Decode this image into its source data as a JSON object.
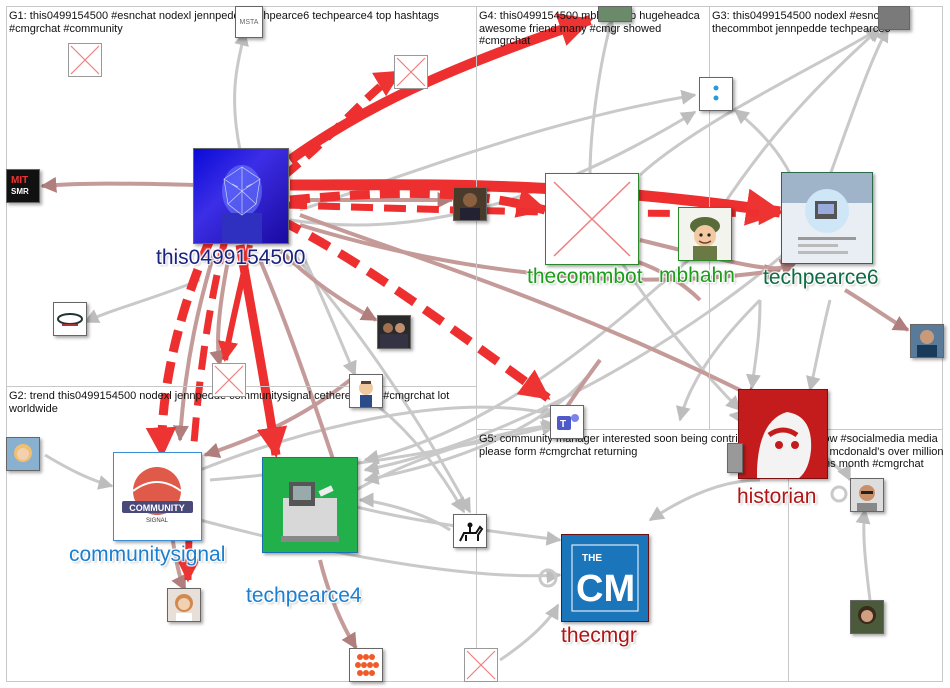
{
  "groups": [
    {
      "id": "G1",
      "label": "G1: this0499154500 #esnchat nodexl jennpedde techpearce6 techpearce4 top hashtags #cmgrchat #community"
    },
    {
      "id": "G2",
      "label": "G2: trend this0499154500 nodexl jennpedde communitysignal cethere times #cmgrchat lot worldwide"
    },
    {
      "id": "G3",
      "label": "G3: this0499154500 nodexl #esnchat thecommbot jennpedde techpearce6"
    },
    {
      "id": "G4",
      "label": "G4: this0499154500 mbhahn rip hugeheadca awesome friend many #cmgr showed #cmgrchat"
    },
    {
      "id": "G5",
      "label": "G5: community manager interested soon being contributor please form #cmgrchat returning"
    },
    {
      "id": "G6",
      "label": "G6: know #socialmedia media profiles mcdonald's over million mentions month #cmgrchat"
    }
  ],
  "nodes": {
    "this0499154500": {
      "label": "this0499154500",
      "color": "#1a237e"
    },
    "thecommbot": {
      "label": "thecommbot",
      "color": "#1b9e1b"
    },
    "mbhahn": {
      "label": "mbhahn",
      "color": "#1b9e1b"
    },
    "techpearce6": {
      "label": "techpearce6",
      "color": "#0f6b45"
    },
    "communitysignal": {
      "label": "communitysignal",
      "color": "#1a7fd1"
    },
    "techpearce4": {
      "label": "techpearce4",
      "color": "#1a7fd1"
    },
    "historian": {
      "label": "historian",
      "color": "#b01515"
    },
    "thecmgr": {
      "label": "thecmgr",
      "color": "#b01515"
    }
  },
  "avatars": {
    "mit_smr": {
      "text_line1": "MIT",
      "text_line2": "SMR"
    },
    "msta": {
      "text": "MSTA"
    },
    "thecmgr_logo": {
      "top": "THE",
      "main": "CM"
    },
    "community_logo": {
      "text": "COMMUNITY",
      "sub": "SIGNAL"
    }
  },
  "colors": {
    "edge_gray": "#c4c4c4",
    "edge_brown": "#b98a88",
    "edge_red": "#ee3333",
    "box_border": "#c8c8c8"
  }
}
